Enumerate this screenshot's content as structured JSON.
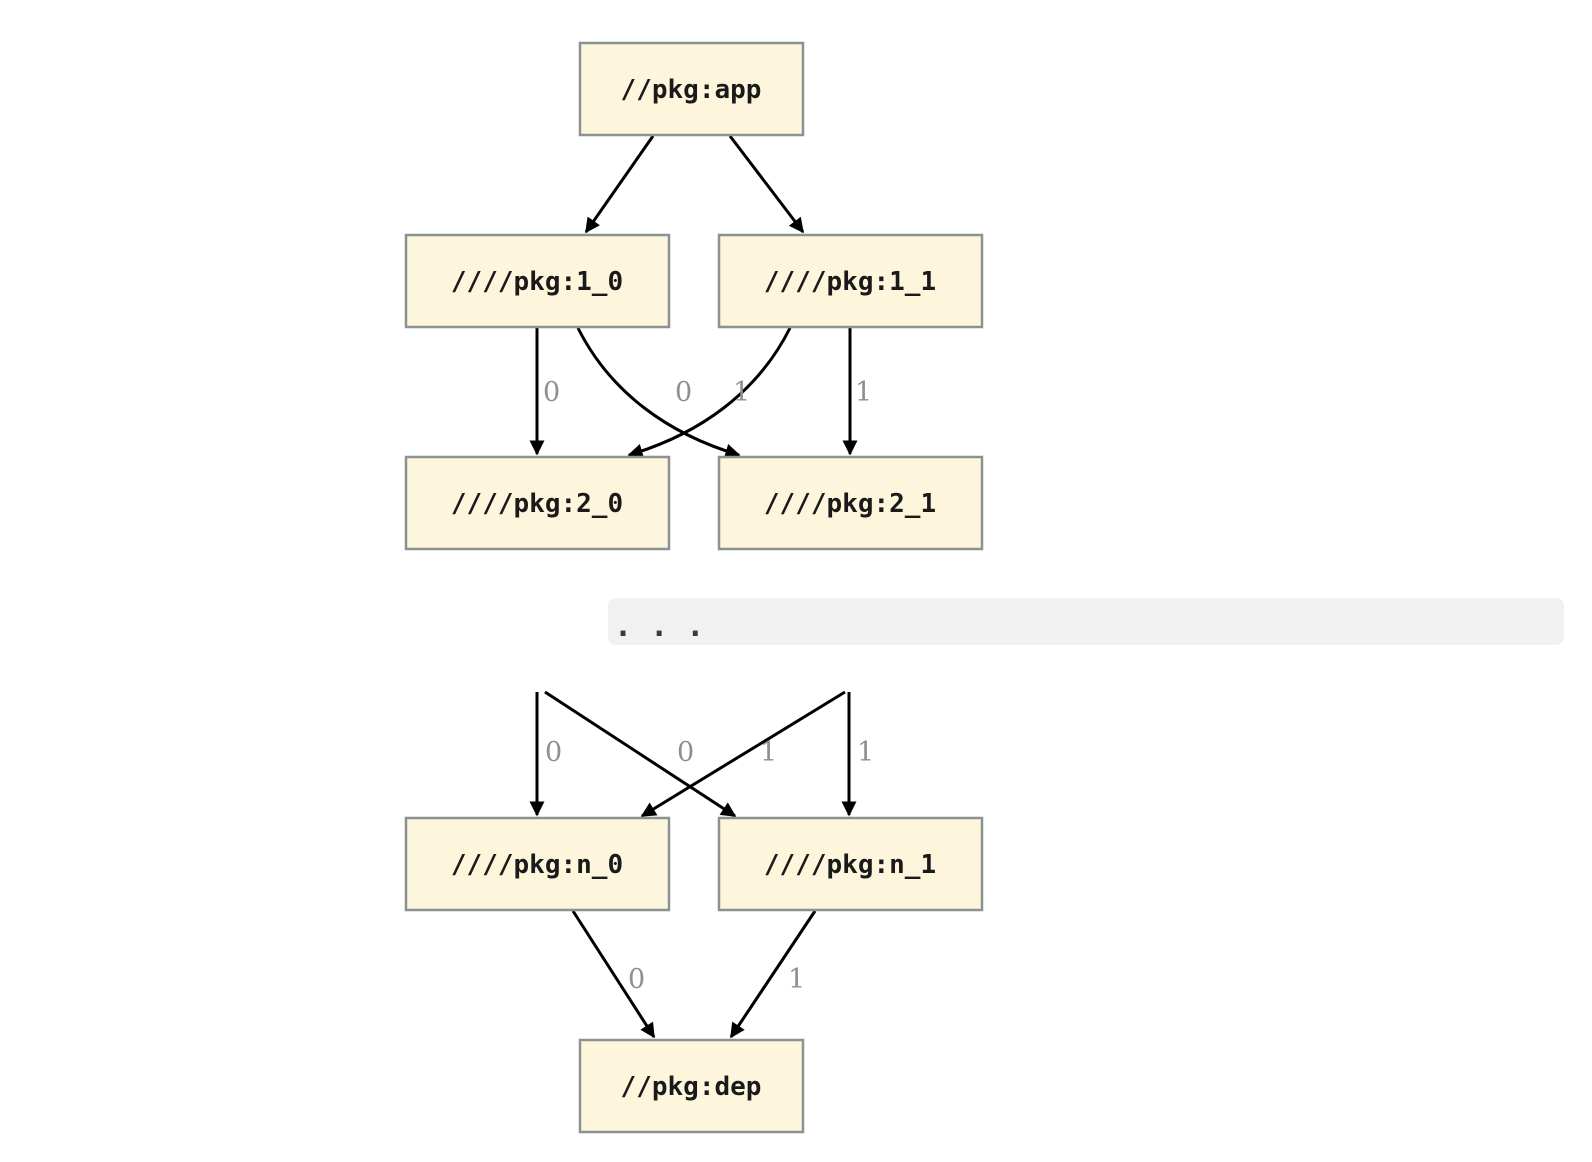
{
  "graph": {
    "type": "dependency-diagram",
    "nodes": [
      {
        "id": "app",
        "label": "//pkg:app"
      },
      {
        "id": "1_0",
        "label": "////pkg:1_0"
      },
      {
        "id": "1_1",
        "label": "////pkg:1_1"
      },
      {
        "id": "2_0",
        "label": "////pkg:2_0"
      },
      {
        "id": "2_1",
        "label": "////pkg:2_1"
      },
      {
        "id": "n_0",
        "label": "////pkg:n_0"
      },
      {
        "id": "n_1",
        "label": "////pkg:n_1"
      },
      {
        "id": "dep",
        "label": "//pkg:dep"
      }
    ],
    "edges": [
      {
        "from": "app",
        "to": "1_0",
        "label": ""
      },
      {
        "from": "app",
        "to": "1_1",
        "label": ""
      },
      {
        "from": "1_0",
        "to": "2_0",
        "label": "0"
      },
      {
        "from": "1_1",
        "to": "2_0",
        "label": "0"
      },
      {
        "from": "1_0",
        "to": "2_1",
        "label": "1"
      },
      {
        "from": "1_1",
        "to": "2_1",
        "label": "1"
      },
      {
        "from": "ellipsis",
        "to": "n_0",
        "label": "0"
      },
      {
        "from": "ellipsis",
        "to": "n_0",
        "label": "0"
      },
      {
        "from": "ellipsis",
        "to": "n_1",
        "label": "1"
      },
      {
        "from": "ellipsis",
        "to": "n_1",
        "label": "1"
      },
      {
        "from": "n_0",
        "to": "dep",
        "label": "0"
      },
      {
        "from": "n_1",
        "to": "dep",
        "label": "1"
      }
    ],
    "ellipsis": ".  .  .",
    "colors": {
      "node_fill": "#fdf5dc",
      "node_border": "#8c9292",
      "edge": "#000000",
      "edge_label": "#8f8f8f",
      "ellipsis_bg": "#f1f1f1",
      "background": "#ffffff"
    }
  }
}
